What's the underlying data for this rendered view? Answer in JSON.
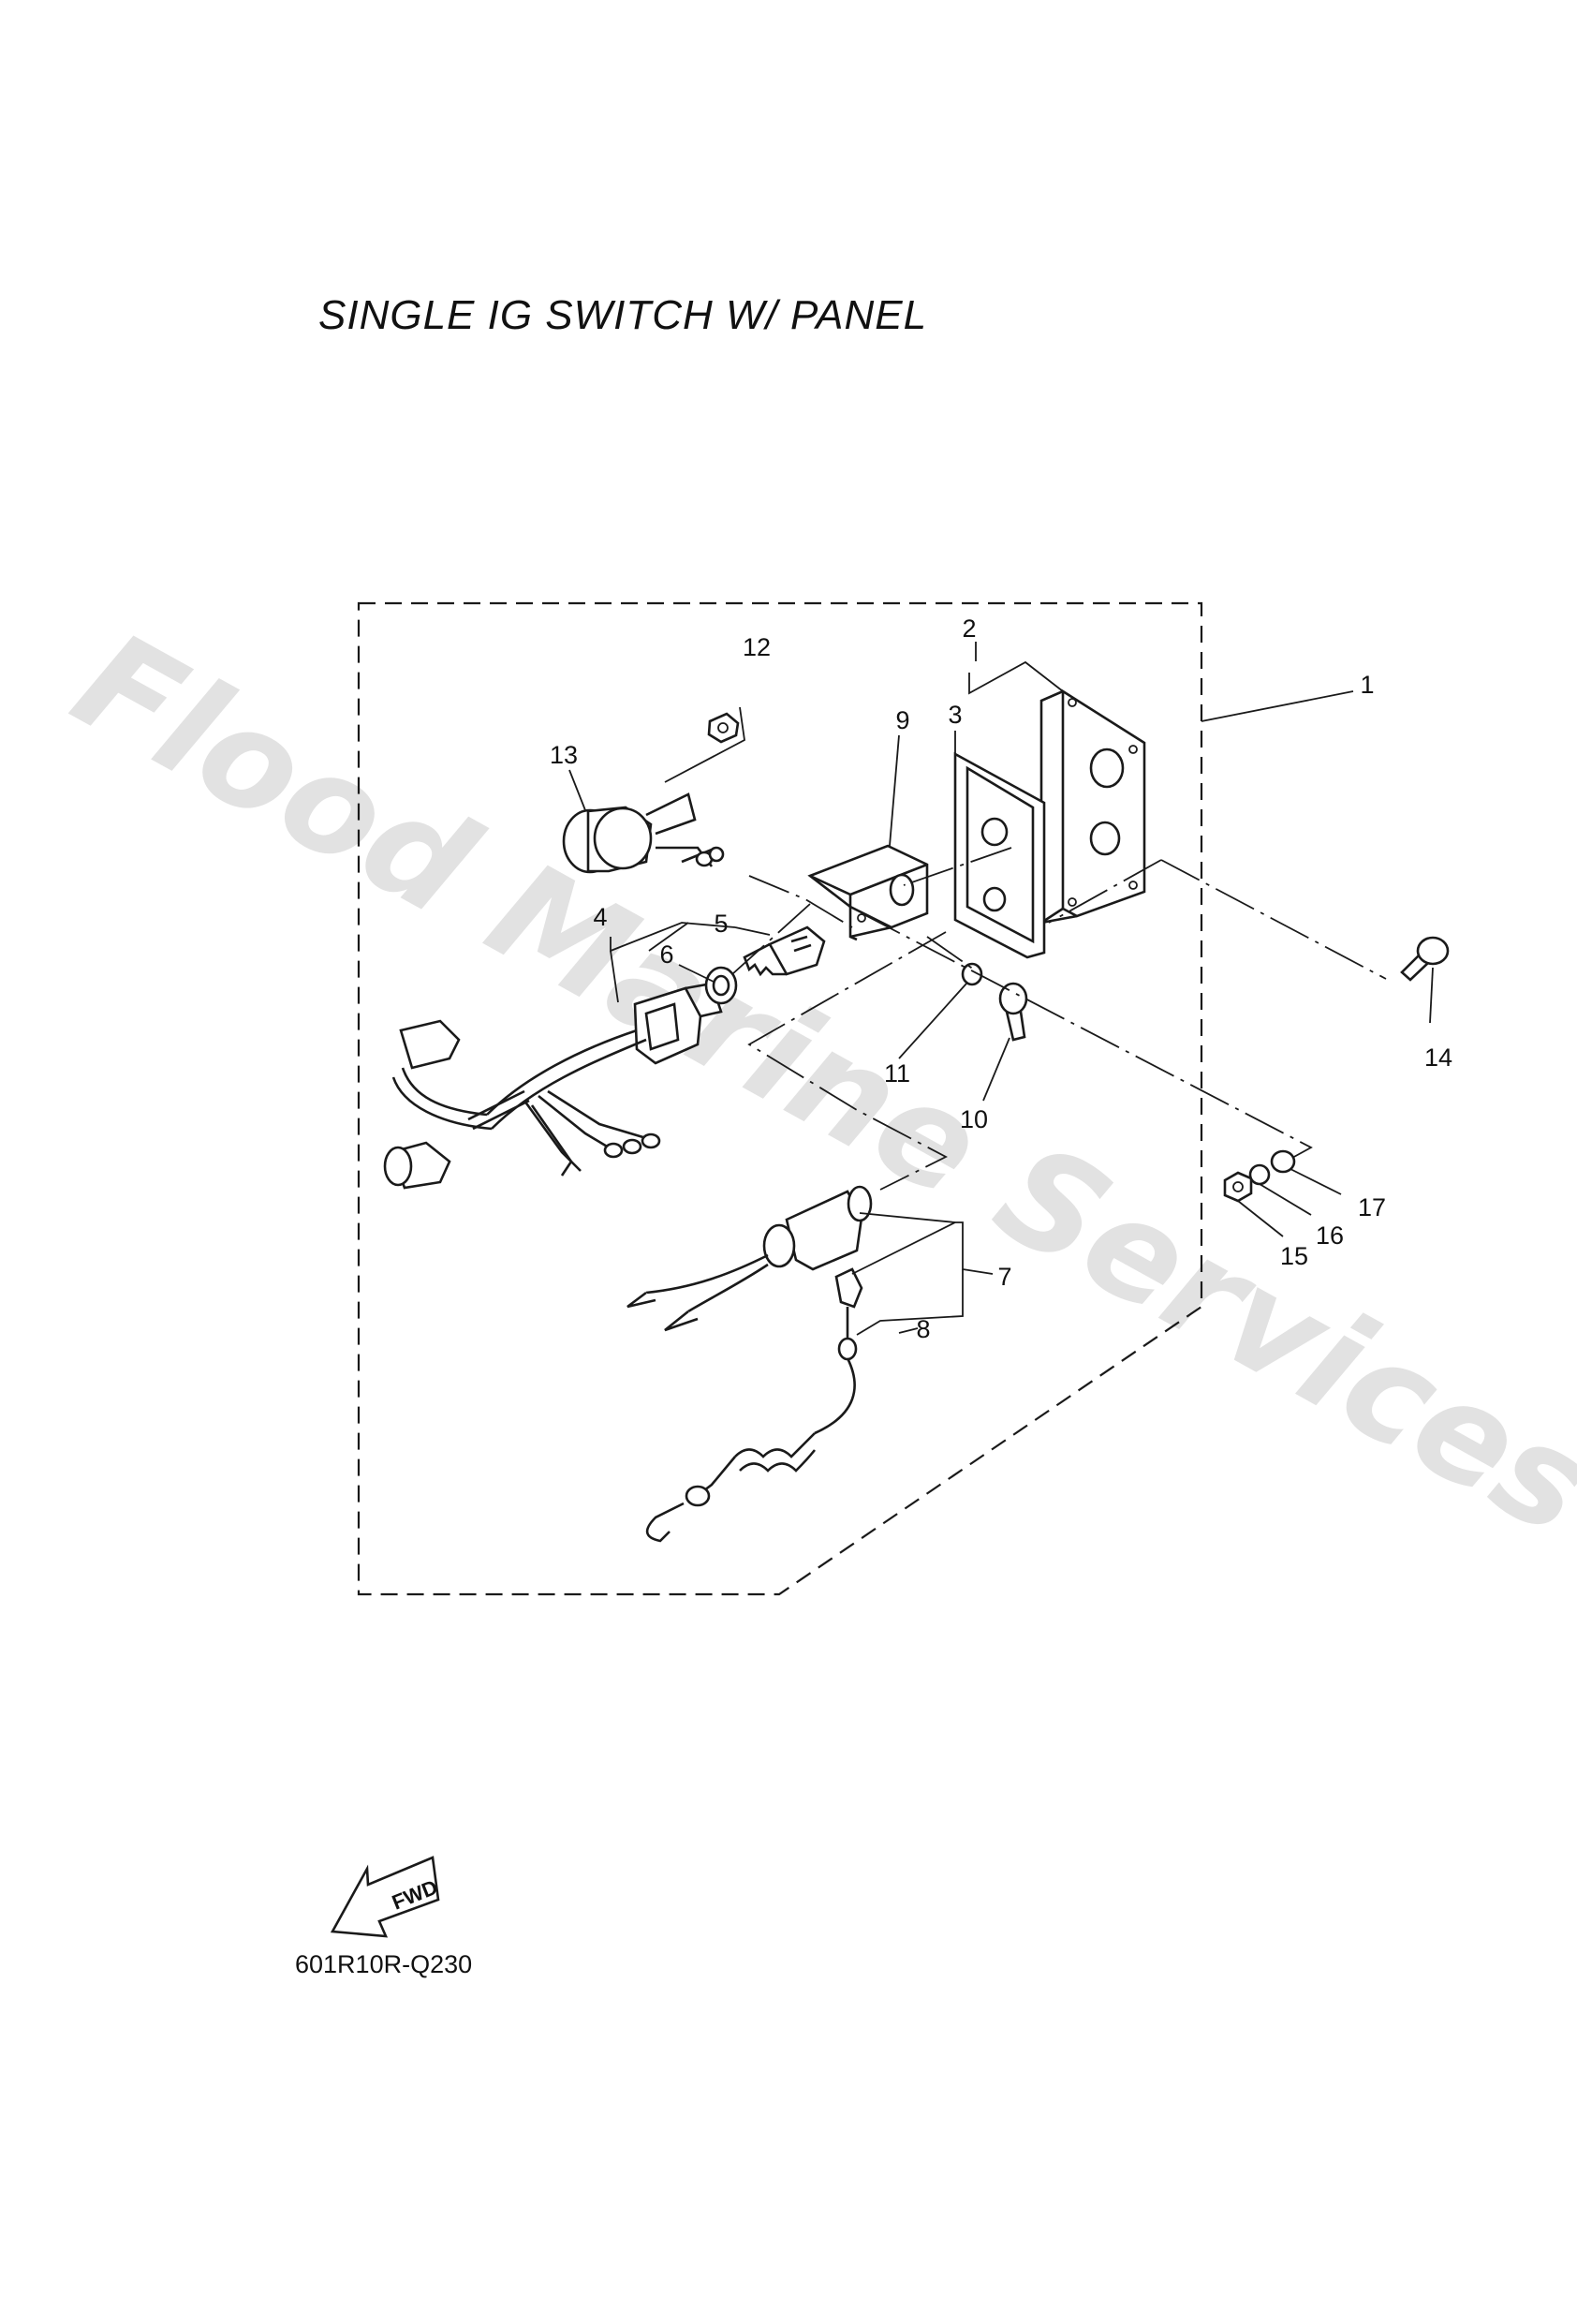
{
  "diagram": {
    "title": "SINGLE IG SWITCH W/ PANEL",
    "drawing_code": "601R10R-Q230",
    "watermark": "Flood Marine Services",
    "fwd_label": "FWD",
    "callouts": [
      "1",
      "2",
      "3",
      "4",
      "5",
      "6",
      "7",
      "8",
      "9",
      "10",
      "11",
      "12",
      "13",
      "14",
      "15",
      "16",
      "17"
    ]
  }
}
